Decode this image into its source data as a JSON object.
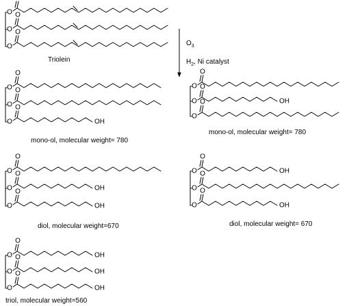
{
  "reaction": {
    "reagent_step1": "O",
    "reagent_step1_sub": "3",
    "reagent_step2_prefix": "H",
    "reagent_step2_sub": "2",
    "reagent_step2_rest": ", Ni catalyst"
  },
  "atoms": {
    "oxygen": "O",
    "hydroxyl": "OH"
  },
  "molecules": [
    {
      "id": "triolein",
      "label": "Triolein"
    },
    {
      "id": "mono-ol-a",
      "label": "mono-ol, molecular weight= 780"
    },
    {
      "id": "mono-ol-b",
      "label": "mono-ol, molecular weight= 780"
    },
    {
      "id": "diol-a",
      "label": "diol, molecular weight=670"
    },
    {
      "id": "diol-b",
      "label": "diol, molecular weight= 670"
    },
    {
      "id": "triol",
      "label": "triol, molecular weight=560"
    }
  ]
}
